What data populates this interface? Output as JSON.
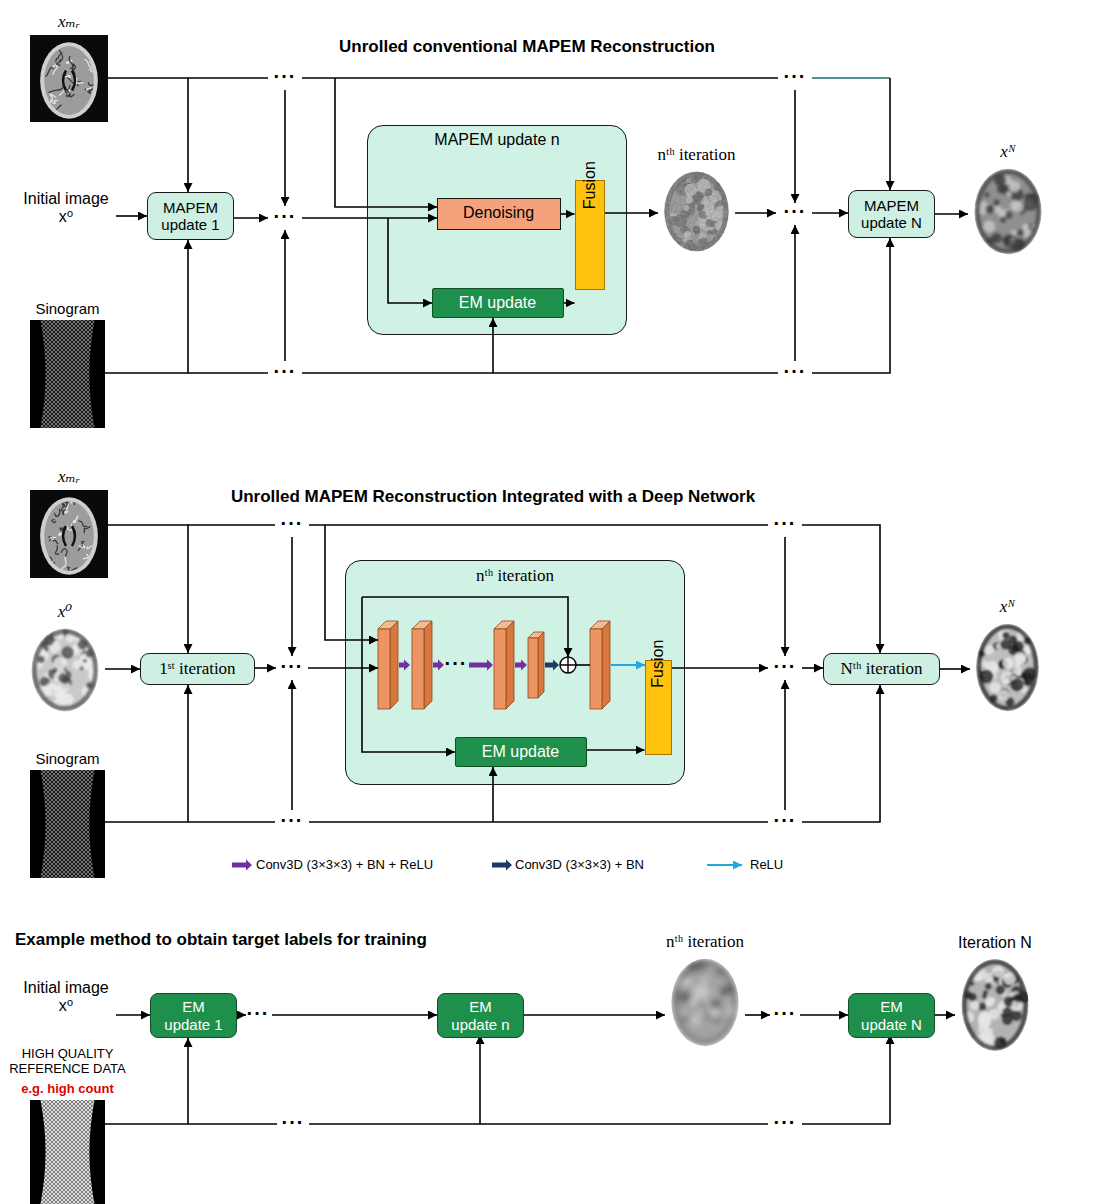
{
  "diagram": {
    "nodes": [
      {
        "text": [
          "xₘᵣ"
        ]
      },
      {
        "text": [
          "Initial image x⁰"
        ]
      },
      {
        "text": [
          "Sinogram"
        ]
      },
      {
        "text": [
          "MAPEM update 1"
        ]
      },
      {
        "text": [
          "MAPEM update n"
        ]
      },
      {
        "text": [
          "Denoising"
        ],
        "in": 4
      },
      {
        "text": [
          "EM update"
        ],
        "in": 4
      },
      {
        "text": [
          "Fusion"
        ],
        "in": 4
      },
      {
        "text": [
          "nᵗʰ iteration"
        ]
      },
      {
        "text": [
          "MAPEM update N"
        ]
      },
      {
        "text": [
          "xᴺ"
        ]
      },
      {
        "text": [
          "xₘᵣ"
        ]
      },
      {
        "text": [
          "x⁰"
        ]
      },
      {
        "text": [
          "Sinogram"
        ]
      },
      {
        "text": [
          "1ˢᵗ iteration"
        ]
      },
      {
        "text": [
          "nᵗʰ iteration"
        ]
      },
      {
        "text": [
          "EM update"
        ],
        "in": 15
      },
      {
        "text": [
          "Fusion"
        ],
        "in": 15
      },
      {
        "text": [
          "Nᵗʰ iteration"
        ]
      },
      {
        "text": [
          "xᴺ"
        ]
      },
      {
        "text": [
          "Initial image x⁰"
        ]
      },
      {
        "text": [
          "HIGH QUALITY REFERENCE DATA",
          "e.g. high count"
        ]
      },
      {
        "text": [
          "EM update 1"
        ]
      },
      {
        "text": [
          "EM update n"
        ]
      },
      {
        "text": [
          "nᵗʰ iteration"
        ]
      },
      {
        "text": [
          "EM update N"
        ]
      },
      {
        "text": [
          "Iteration N"
        ]
      }
    ],
    "edges": [
      {
        "from": 0,
        "to": 3,
        "arrow": "to"
      },
      {
        "from": 1,
        "to": 3,
        "arrow": "to"
      },
      {
        "from": 2,
        "to": 3,
        "arrow": "to"
      },
      {
        "from": 5,
        "to": 7,
        "arrow": "to"
      },
      {
        "from": 6,
        "to": 7,
        "arrow": "to"
      },
      {
        "from": 7,
        "to": 8,
        "arrow": "to"
      },
      {
        "from": 9,
        "to": 10,
        "arrow": "to"
      },
      {
        "from": 11,
        "to": 14,
        "arrow": "to"
      },
      {
        "from": 12,
        "to": 14,
        "arrow": "to"
      },
      {
        "from": 13,
        "to": 14,
        "arrow": "to"
      },
      {
        "from": 16,
        "to": 17,
        "arrow": "to"
      },
      {
        "from": 18,
        "to": 19,
        "arrow": "to"
      },
      {
        "from": 20,
        "to": 22,
        "arrow": "to"
      },
      {
        "from": 21,
        "to": 22,
        "arrow": "to"
      },
      {
        "from": 23,
        "to": 24,
        "arrow": "to"
      },
      {
        "from": 25,
        "to": 26,
        "arrow": "to"
      }
    ],
    "labels": [
      "Unrolled conventional MAPEM Reconstruction",
      "···",
      "···",
      "···",
      "···",
      "···",
      "···",
      "Unrolled MAPEM Reconstruction Integrated with a Deep Network",
      "···",
      "···",
      "···",
      "···",
      "···",
      "···",
      "···",
      "Example method to obtain target labels for training",
      "···",
      "···",
      "···",
      "···"
    ],
    "legend": [
      {
        "text": "Conv3D (3×3×3) + BN + ReLU"
      },
      {
        "text": "Conv3D (3×3×3) + BN"
      },
      {
        "text": "ReLU"
      }
    ]
  }
}
